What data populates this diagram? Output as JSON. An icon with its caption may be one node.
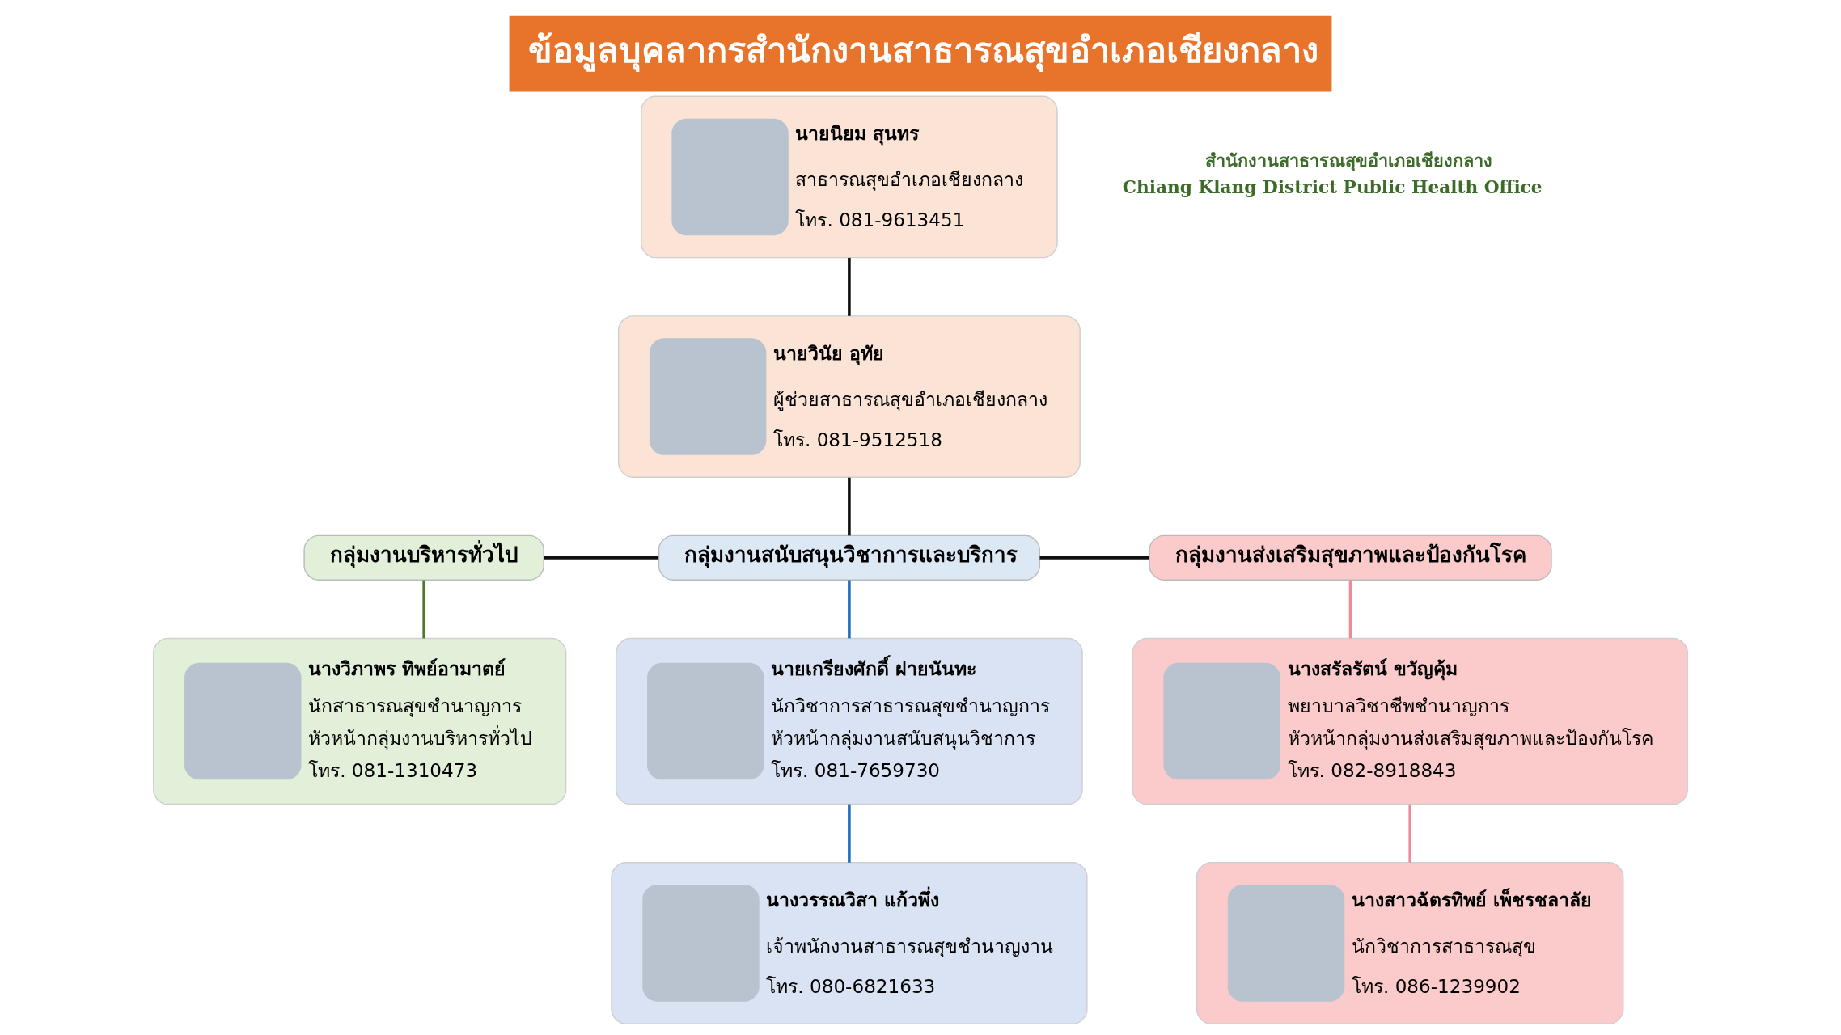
{
  "diagram": {
    "title": "ข้อมูลบุคลากรสำนักงานสาธารณสุขอำเภอเชียงกลาง",
    "nodes": [
      {
        "text": [
          "นายนิยม สุนทร",
          "สาธารณสุขอำเภอเชียงกลาง",
          "โทร. 081-9613451"
        ]
      },
      {
        "text": [
          "นายวินัย อุทัย",
          "ผู้ช่วยสาธารณสุขอำเภอเชียงกลาง",
          "โทร. 081-9512518"
        ]
      },
      {
        "text": [
          "กลุ่มงานบริหารทั่วไป"
        ]
      },
      {
        "text": [
          "กลุ่มงานสนับสนุนวิชาการและบริการ"
        ]
      },
      {
        "text": [
          "กลุ่มงานส่งเสริมสุขภาพและป้องกันโรค"
        ]
      },
      {
        "text": [
          "นางวิภาพร ทิพย์อามาตย์",
          "นักสาธารณสุขชำนาญการ",
          "หัวหน้ากลุ่มงานบริหารทั่วไป",
          "โทร. 081-1310473"
        ]
      },
      {
        "text": [
          "นายเกรียงศักดิ์ ฝายนันทะ",
          "นักวิชาการสาธารณสุขชำนาญการ",
          "หัวหน้ากลุ่มงานสนับสนุนวิชาการ",
          "โทร. 081-7659730"
        ]
      },
      {
        "text": [
          "นางวรรณวิสา แก้วพึ่ง",
          "เจ้าพนักงานสาธารณสุขชำนาญงาน",
          "โทร. 080-6821633"
        ]
      },
      {
        "text": [
          "นางสรัลรัตน์ ขวัญคุ้ม",
          "พยาบาลวิชาชีพชำนาญการ",
          "หัวหน้ากลุ่มงานส่งเสริมสุขภาพและป้องกันโรค",
          "โทร. 082-8918843"
        ]
      },
      {
        "text": [
          "นางสาวฉัตรทิพย์ เพ็ชรชลาลัย",
          "นักวิชาการสาธารณสุข",
          "โทร. 086-1239902"
        ]
      }
    ],
    "edges": [
      {
        "from": 0,
        "to": 1,
        "arrow": "none"
      },
      {
        "from": 1,
        "to": 3,
        "arrow": "none"
      },
      {
        "from": 2,
        "to": 3,
        "arrow": "none"
      },
      {
        "from": 3,
        "to": 4,
        "arrow": "none"
      },
      {
        "from": 2,
        "to": 5,
        "arrow": "none",
        "color": "#4e7a2e"
      },
      {
        "from": 3,
        "to": 6,
        "arrow": "none",
        "color": "#1f6fbf"
      },
      {
        "from": 6,
        "to": 7,
        "arrow": "none",
        "color": "#1f6fbf"
      },
      {
        "from": 4,
        "to": 8,
        "arrow": "none",
        "color": "#f08a9a"
      },
      {
        "from": 8,
        "to": 9,
        "arrow": "none",
        "color": "#f08a9a"
      }
    ],
    "labels": [
      "สำนักงานสาธารณสุขอำเภอเชียงกลาง",
      "Chiang Klang District Public Health Office"
    ]
  }
}
